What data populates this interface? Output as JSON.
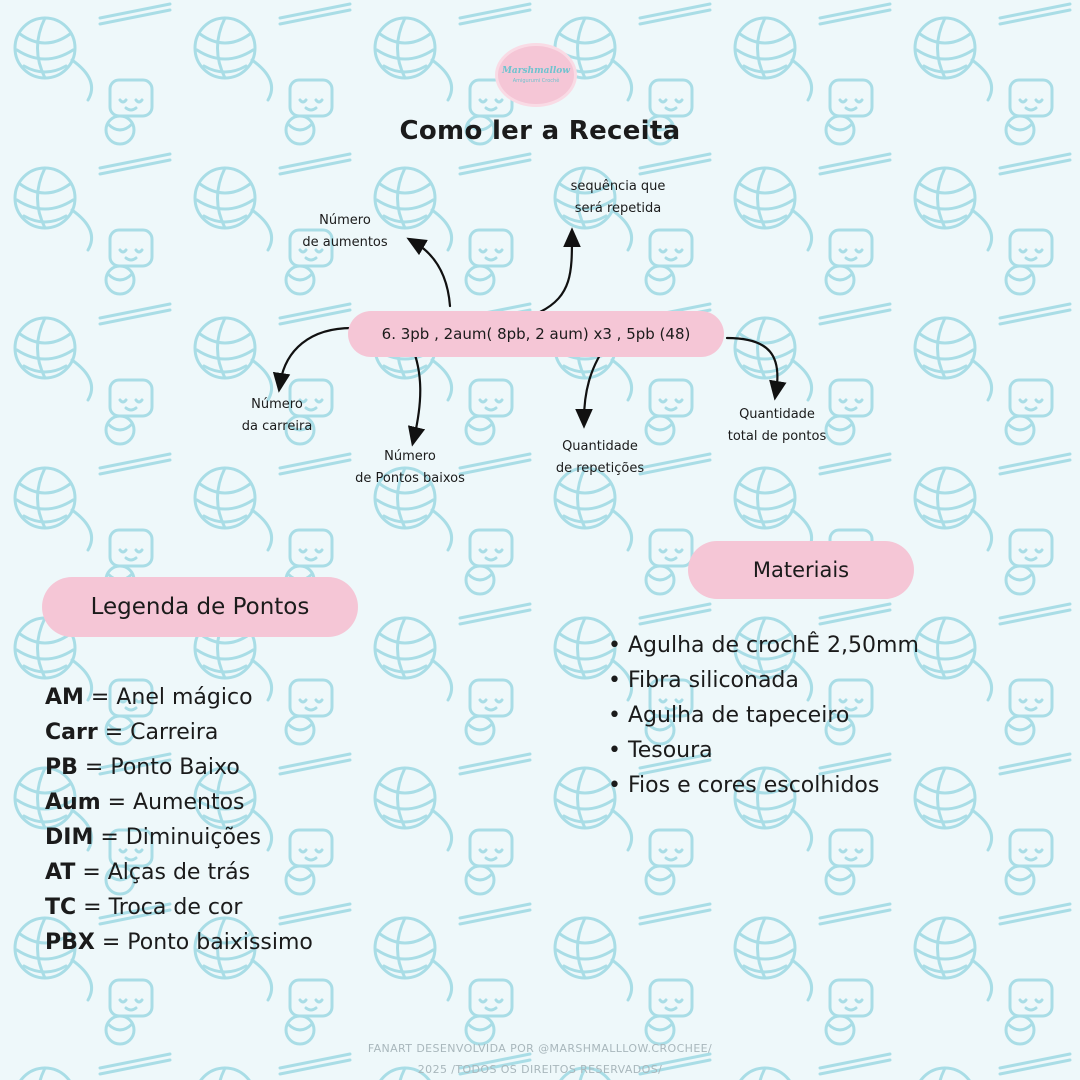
{
  "logo": {
    "line1": "Marshmallow",
    "line2": "Amigurumi Crochê"
  },
  "title": "Como ler a Receita",
  "formula": "6. 3pb , 2aum( 8pb, 2 aum) x3 , 5pb (48)",
  "annotations": {
    "aumentos": [
      "Número",
      "de aumentos"
    ],
    "sequencia": [
      "sequência que",
      "será repetida"
    ],
    "carreira": [
      "Número",
      "da carreira"
    ],
    "pontos_baixos": [
      "Número",
      "de Pontos baixos"
    ],
    "repeticoes": [
      "Quantidade",
      "de repetições"
    ],
    "total": [
      "Quantidade",
      "total de pontos"
    ]
  },
  "legend": {
    "title": "Legenda de Pontos",
    "items": [
      {
        "abbr": "AM",
        "desc": "= Anel mágico"
      },
      {
        "abbr": "Carr",
        "desc": "= Carreira"
      },
      {
        "abbr": "PB",
        "desc": "= Ponto Baixo"
      },
      {
        "abbr": "Aum",
        "desc": "= Aumentos"
      },
      {
        "abbr": "DIM",
        "desc": "= Diminuições"
      },
      {
        "abbr": "AT",
        "desc": "= Alças de trás"
      },
      {
        "abbr": "TC",
        "desc": "= Troca de cor"
      },
      {
        "abbr": "PBX",
        "desc": "= Ponto baixissimo"
      }
    ]
  },
  "materials": {
    "title": "Materiais",
    "bullet": "•",
    "items": [
      "Agulha de crochÊ 2,50mm",
      "Fibra siliconada",
      "Agulha de tapeceiro",
      "Tesoura",
      "Fios e cores escolhidos"
    ]
  },
  "footer": {
    "line1": "FANART DESENVOLVIDA POR @MARSHMALLLOW.CROCHEE/",
    "line2": "2025 /TODOS OS DIREITOS RESERVADOS/"
  },
  "colors": {
    "background": "#eef8fa",
    "pattern": "#a9dde6",
    "pill": "#f5c6d6",
    "text": "#1b1b1b"
  }
}
